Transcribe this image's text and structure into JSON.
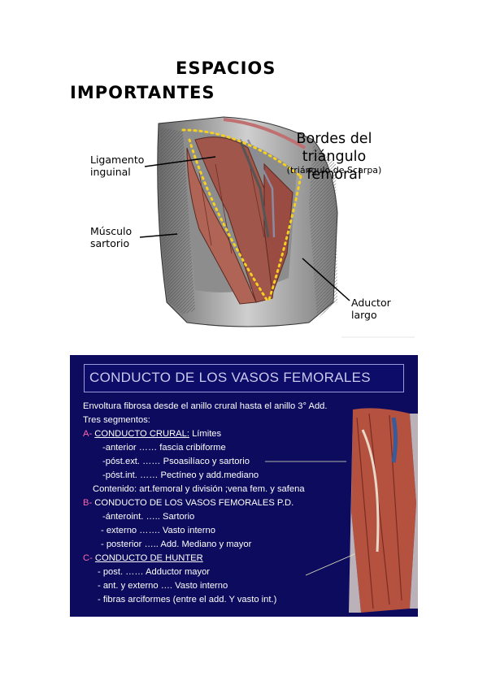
{
  "title": {
    "line1": "ESPACIOS",
    "line2": "IMPORTANTES"
  },
  "figure1": {
    "bordes_title_line1": "Bordes del",
    "bordes_title_line2": "triángulo femoral",
    "bordes_subtitle": "(triángulo de Scarpa)",
    "ligamento_line1": "Ligamento",
    "ligamento_line2": "inguinal",
    "musculo_line1": "Músculo",
    "musculo_line2": "sartorio",
    "aductor_line1": "Aductor",
    "aductor_line2": "largo",
    "colors": {
      "muscle": "#a0564a",
      "border_dots": "#f5d020",
      "ink": "#222222"
    }
  },
  "slide": {
    "title": "CONDUCTO DE LOS VASOS FEMORALES",
    "intro1": "Envoltura fibrosa desde el anillo crural hasta el anillo 3° Add.",
    "intro2": "Tres segmentos:",
    "a_letter": "A-",
    "a_name": "CONDUCTO CRURAL:",
    "a_suffix": "Límites",
    "a_items": [
      "-anterior    ……   fascia cribiforme",
      "-póst.ext.  ……   Psoasilíaco y sartorio",
      "-póst.int.   ……    Pectíneo y add.mediano"
    ],
    "contenido": "Contenido: art.femoral y división ;vena fem. y safena",
    "b_letter": "B-",
    "b_name": "CONDUCTO DE LOS VASOS FEMORALES P.D.",
    "b_items": [
      "-ánteroint.  …..   Sartorio",
      "- externo   …….    Vasto interno",
      "- posterior  …..   Add. Mediano y mayor"
    ],
    "c_letter": "C-",
    "c_name": "CONDUCTO DE HUNTER",
    "c_items": [
      "- post.  ……   Adductor mayor",
      "- ant. y externo …. Vasto interno",
      "- fibras arciformes (entre el add. Y vasto int.)"
    ],
    "colors": {
      "background": "#0c0b5e",
      "title_text": "#c9c9ee",
      "accent": "#ff66aa",
      "text": "#ffffff"
    }
  }
}
